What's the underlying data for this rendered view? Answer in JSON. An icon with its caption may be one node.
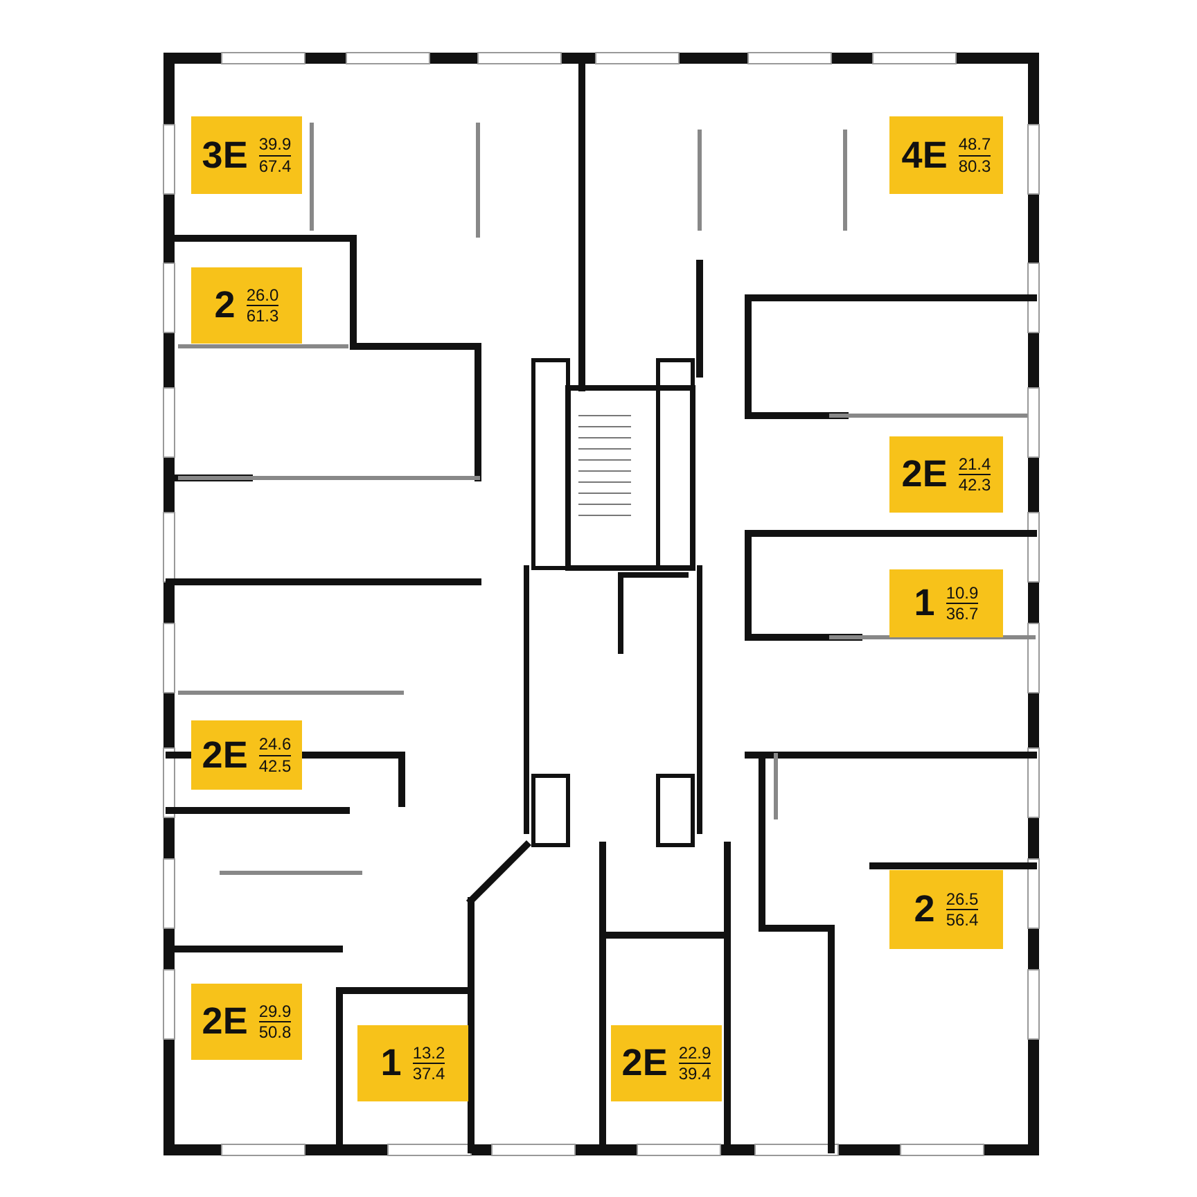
{
  "diagram": {
    "nodes": [
      {
        "text": [
          "3E",
          "39.9",
          "67.4"
        ]
      },
      {
        "text": [
          "4E",
          "48.7",
          "80.3"
        ]
      },
      {
        "text": [
          "2",
          "26.0",
          "61.3"
        ]
      },
      {
        "text": [
          "2E",
          "21.4",
          "42.3"
        ]
      },
      {
        "text": [
          "1",
          "10.9",
          "36.7"
        ]
      },
      {
        "text": [
          "2E",
          "24.6",
          "42.5"
        ]
      },
      {
        "text": [
          "2",
          "26.5",
          "56.4"
        ]
      },
      {
        "text": [
          "2E",
          "29.9",
          "50.8"
        ]
      },
      {
        "text": [
          "1",
          "13.2",
          "37.4"
        ]
      },
      {
        "text": [
          "2E",
          "22.9",
          "39.4"
        ]
      }
    ]
  }
}
